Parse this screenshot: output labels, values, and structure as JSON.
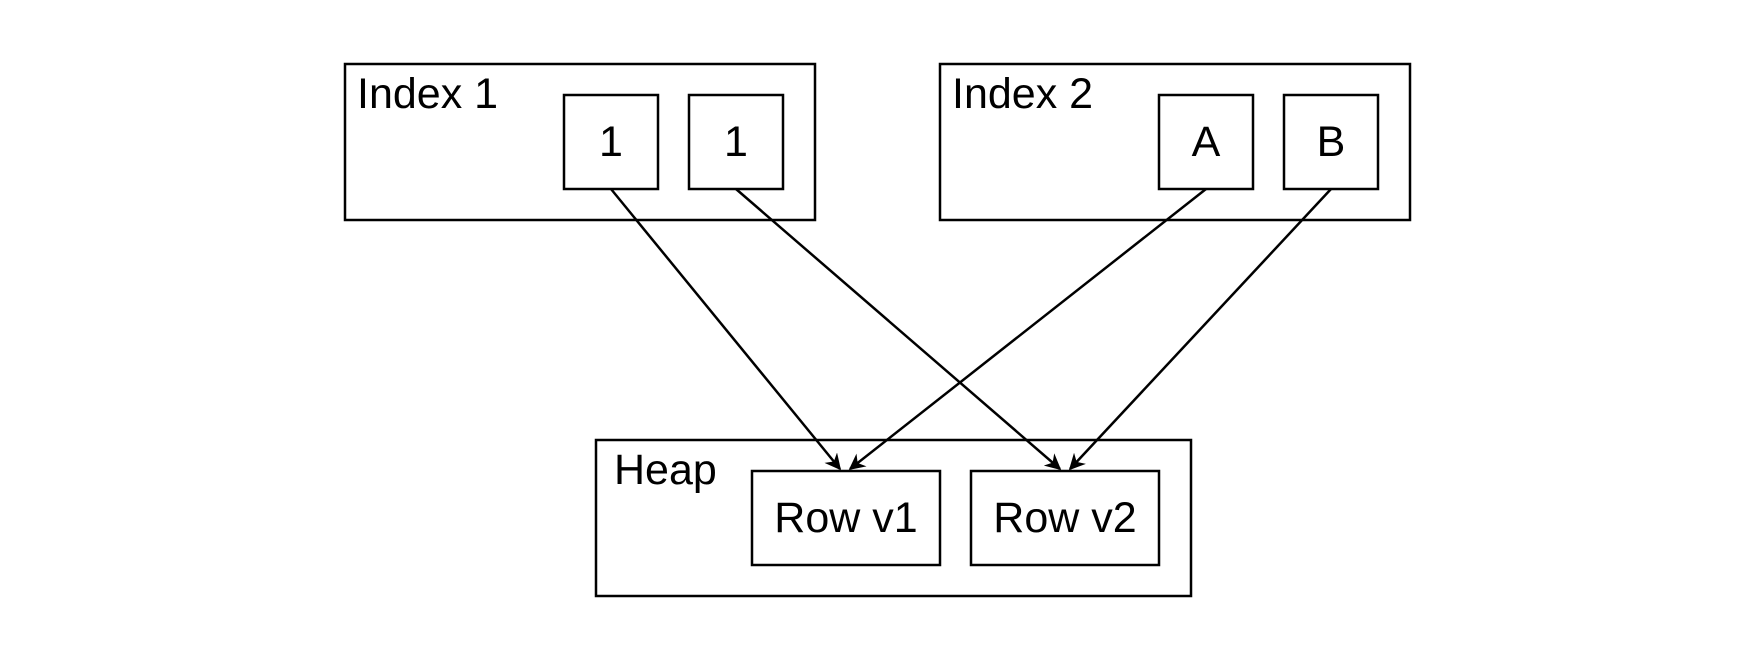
{
  "containers": {
    "index1": {
      "label": "Index 1"
    },
    "index2": {
      "label": "Index 2"
    },
    "heap": {
      "label": "Heap"
    }
  },
  "cells": {
    "index1_a": "1",
    "index1_b": "1",
    "index2_a": "A",
    "index2_b": "B",
    "row_v1": "Row v1",
    "row_v2": "Row v2"
  },
  "edges": [
    {
      "from": "index1_a",
      "to": "row_v1"
    },
    {
      "from": "index1_b",
      "to": "row_v2"
    },
    {
      "from": "index2_a",
      "to": "row_v1"
    },
    {
      "from": "index2_b",
      "to": "row_v2"
    }
  ]
}
